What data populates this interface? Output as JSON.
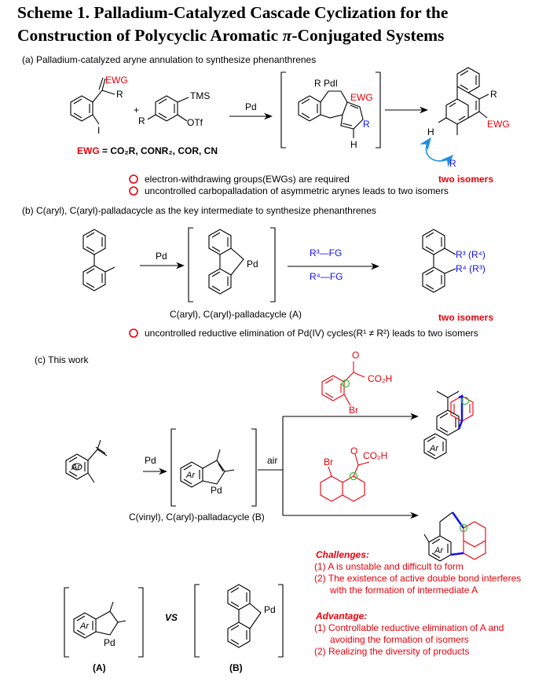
{
  "title": {
    "line1": "Scheme 1. Palladium-Catalyzed Cascade Cyclization for the",
    "line2_prefix": "Construction of Polycyclic Aromatic ",
    "line2_pi": "π",
    "line2_suffix": "-Conjugated Systems"
  },
  "section_a": {
    "heading": "(a) Palladium-catalyzed aryne annulation to synthesize phenanthrenes",
    "ewg_label": "EWG",
    "r_label": "R",
    "i_label": "I",
    "tms_label": "TMS",
    "otf_label": "OTf",
    "r1_label": "R",
    "plus": "+",
    "pd_label": "Pd",
    "pdi_label": "R  PdI",
    "h_label": "H",
    "ewg_def_prefix": "EWG",
    "ewg_def_text": " = CO₂R, CONR₂, COR, CN",
    "note1": "electron-withdrawing groups(EWGs) are required",
    "note2": "uncontrolled carbopalladation of asymmetric arynes leads to two isomers",
    "isomers": "two isomers"
  },
  "section_b": {
    "heading": "(b) C(aryl), C(aryl)-palladacycle as the key intermediate to  synthesize phenanthrenes",
    "pd_label": "Pd",
    "fg1": "R³—FG",
    "fg2": "R⁴—FG",
    "r3r4": "R³ (R⁴)",
    "r4r3": "R⁴ (R³)",
    "caption": "C(aryl), C(aryl)-palladacycle (A)",
    "isomers": "two isomers",
    "note": "uncontrolled reductive elimination of Pd(IV) cycles(R¹ ≠ R²) leads to two isomers"
  },
  "section_c": {
    "heading": "(c) This work",
    "ar": "Ar",
    "air": "air",
    "pd_label": "Pd",
    "co2h": "CO₂H",
    "br": "Br",
    "o": "O",
    "caption": "C(vinyl), C(aryl)-palladacycle (B)",
    "vs": "VS",
    "label_a": "(A)",
    "label_b": "(B)",
    "challenges_title": "Challenges:",
    "challenge1": "(1) A is unstable and difficult to form",
    "challenge2a": "(2) The existence of active double bond interferes",
    "challenge2b": "with the formation of intermediate A",
    "advantage_title": "Advantage:",
    "advantage1a": "(1) Controllable reductive elimination of A and",
    "advantage1b": "avoiding the formation of isomers",
    "advantage2": "(2) Realizing the diversity of products"
  },
  "colors": {
    "red": "#e8000b",
    "blue": "#1010ee",
    "green": "#38c038"
  }
}
